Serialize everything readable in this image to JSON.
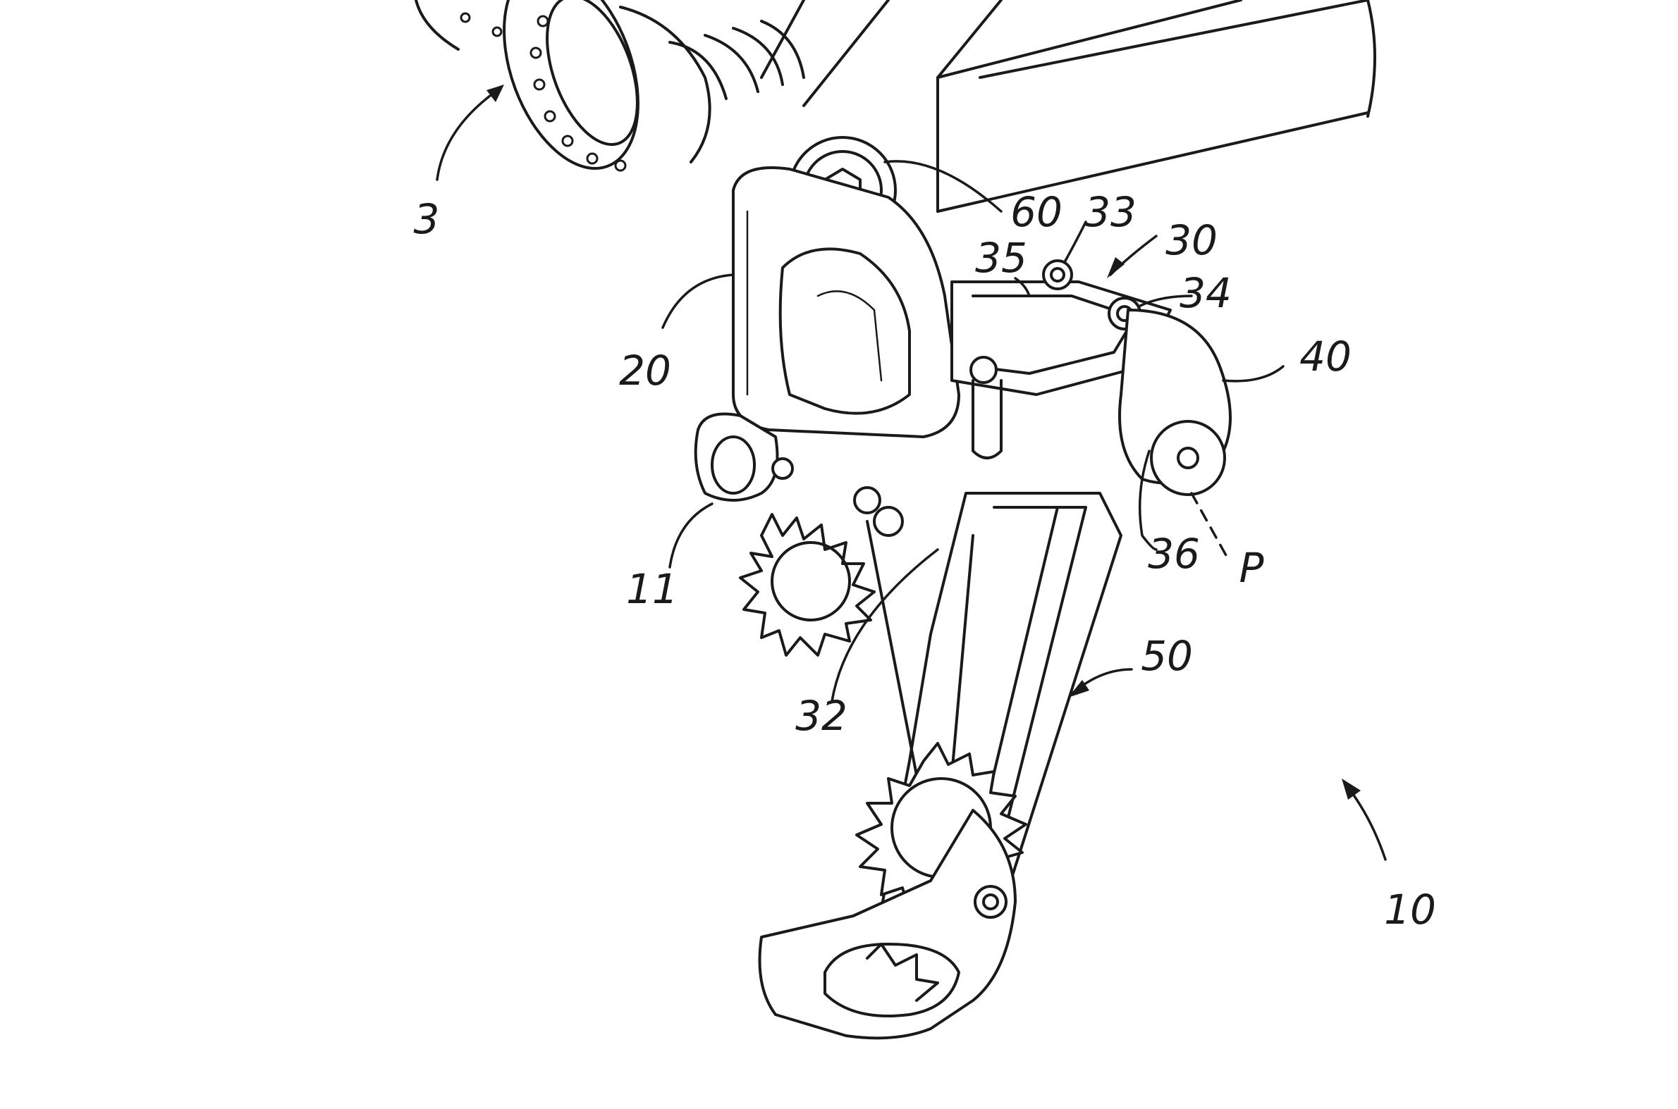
{
  "figure": {
    "reference_labels": {
      "ref_3": "3",
      "ref_10": "10",
      "ref_11": "11",
      "ref_20": "20",
      "ref_30": "30",
      "ref_32": "32",
      "ref_33": "33",
      "ref_34": "34",
      "ref_35": "35",
      "ref_36": "36",
      "ref_40": "40",
      "ref_50": "50",
      "ref_60": "60",
      "ref_P": "P"
    }
  }
}
